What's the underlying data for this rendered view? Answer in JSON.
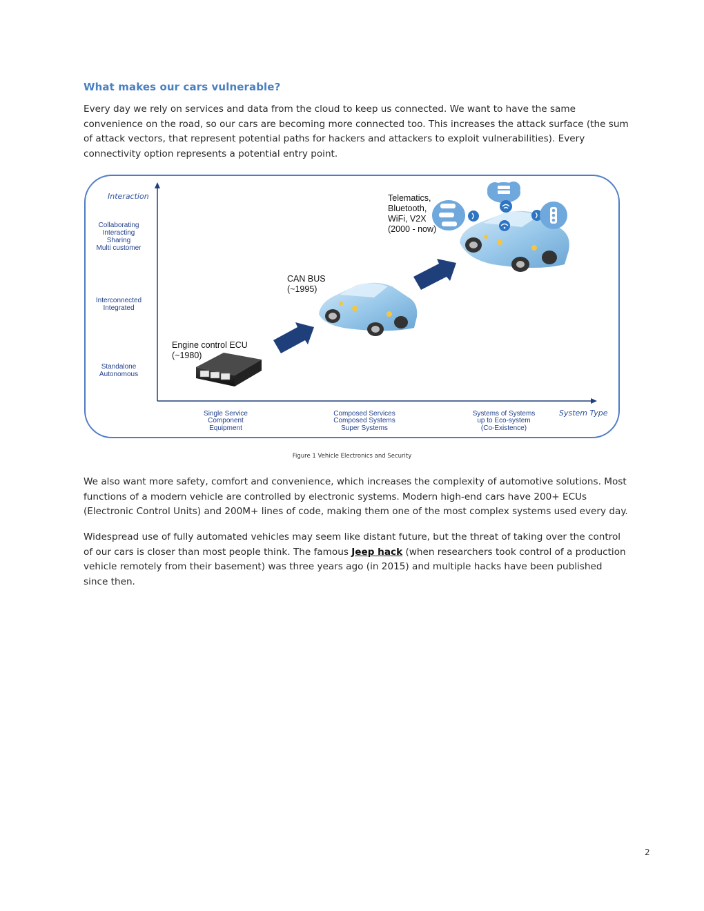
{
  "heading": "What makes our cars vulnerable?",
  "paragraph1": "Every day we rely on services and data from the cloud to keep us connected. We want to have the same convenience on the road, so our cars are becoming more connected too. This increases the attack surface (the sum of attack vectors, that represent potential paths for hackers and attackers to exploit vulnerabilities). Every connectivity option represents a potential entry point.",
  "figure": {
    "y_axis_title": "Interaction",
    "x_axis_title": "System Type",
    "y_levels": {
      "top": [
        "Collaborating",
        "Interacting",
        "Sharing",
        "Multi customer"
      ],
      "middle": [
        "Interconnected",
        "Integrated"
      ],
      "bottom": [
        "Standalone",
        "Autonomous"
      ]
    },
    "x_levels": {
      "left": [
        "Single Service",
        "Component",
        "Equipment"
      ],
      "center": [
        "Composed Services",
        "Composed Systems",
        "Super Systems"
      ],
      "right": [
        "Systems of Systems",
        "up to Eco-system",
        "(Co-Existence)"
      ]
    },
    "stages": {
      "ecu": [
        "Engine control ECU",
        "(~1980)"
      ],
      "can": [
        "CAN BUS",
        "(~1995)"
      ],
      "telematics": [
        "Telematics,",
        "Bluetooth,",
        "WiFi, V2X",
        "(2000 - now)"
      ]
    },
    "colors": {
      "frame": "#4f7bc4",
      "arrow": "#1f3f7a",
      "label": "#1f3f8a"
    }
  },
  "caption": "Figure 1 Vehicle Electronics and Security",
  "paragraph2": "We also want more safety, comfort and convenience, which increases the complexity of automotive solutions. Most functions of a modern vehicle are controlled by electronic systems. Modern high-end cars have 200+ ECUs (Electronic Control Units) and 200M+ lines of code, making them one of the most complex systems used every day.",
  "paragraph3": {
    "before": "Widespread use of fully automated vehicles may seem like distant future, but the threat of taking over the control of our cars is closer than most people think. The famous ",
    "link": "Jeep hack",
    "after": " (when researchers took control of a production vehicle remotely from their basement) was three years ago (in 2015) and multiple hacks have been published since then."
  },
  "page_number": "2"
}
